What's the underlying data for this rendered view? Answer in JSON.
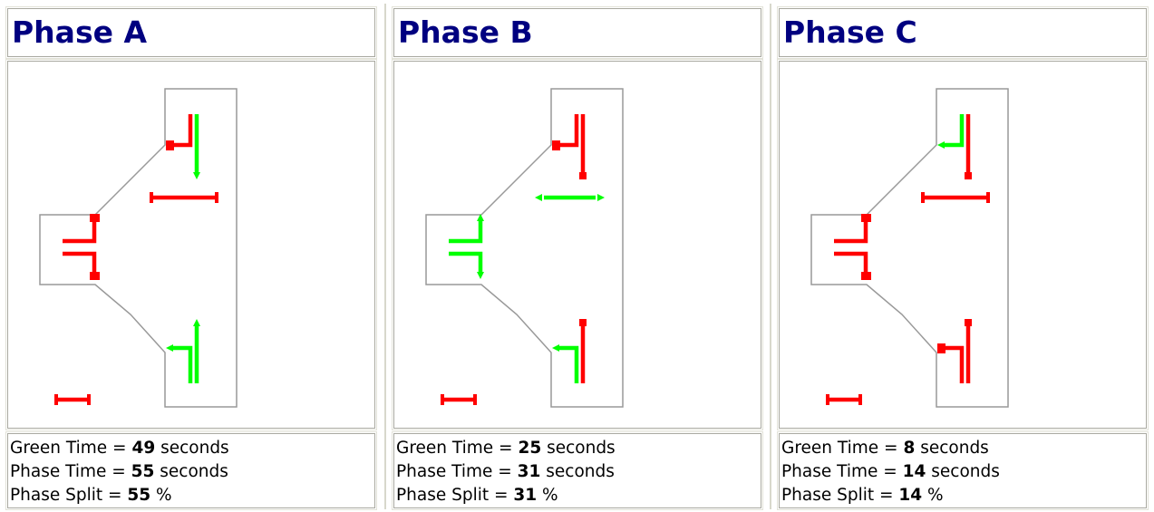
{
  "phases": [
    {
      "title": "Phase A",
      "green_time": "49",
      "phase_time": "55",
      "phase_split": "55",
      "movements": {
        "north_through": "green",
        "north_left": "red",
        "north_ped": "red",
        "west_left": "red",
        "west_right": "red",
        "south_through": "green",
        "south_left": "green",
        "south_ped": "red"
      }
    },
    {
      "title": "Phase B",
      "green_time": "25",
      "phase_time": "31",
      "phase_split": "31",
      "movements": {
        "north_through": "red",
        "north_left": "red",
        "north_ped": "green",
        "west_left": "green",
        "west_right": "green",
        "south_through": "red",
        "south_left": "green",
        "south_ped": "red"
      }
    },
    {
      "title": "Phase C",
      "green_time": "8",
      "phase_time": "14",
      "phase_split": "14",
      "movements": {
        "north_through": "red",
        "north_left": "green",
        "north_ped": "red",
        "west_left": "red",
        "west_right": "red",
        "south_through": "red",
        "south_left": "red",
        "south_ped": "red"
      }
    }
  ],
  "labels": {
    "green_time": "Green Time = ",
    "phase_time": "Phase Time = ",
    "phase_split": "Phase Split = ",
    "seconds": " seconds",
    "percent": " %"
  },
  "colors": {
    "green": "#00ff00",
    "red": "#ff0000",
    "title": "#000080",
    "outline": "#999999"
  }
}
